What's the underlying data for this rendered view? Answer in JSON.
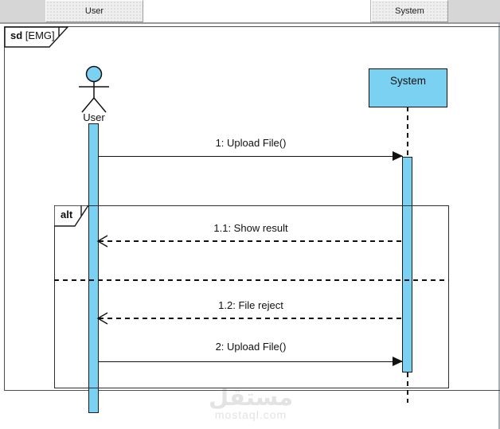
{
  "header": {
    "user_tab": "User",
    "system_tab": "System"
  },
  "frame": {
    "keyword": "sd",
    "name": "[EMG]"
  },
  "participants": {
    "actor_label": "User",
    "system_label": "System"
  },
  "fragment": {
    "operator": "alt"
  },
  "messages": [
    {
      "label": "1: Upload File()",
      "kind": "synchronous"
    },
    {
      "label": "1.1: Show result",
      "kind": "reply"
    },
    {
      "label": "1.2: File reject",
      "kind": "reply"
    },
    {
      "label": "2: Upload File()",
      "kind": "synchronous"
    }
  ],
  "watermark": {
    "name": "مستقل",
    "site": "mostaql.com"
  },
  "colors": {
    "lifeline_fill": "#7ad1f2",
    "header_bg": "#d6d6d6",
    "header_section_bg": "#efefef",
    "frame_border": "#4f4f4f",
    "line": "#111111",
    "watermark": "#e3e3e3",
    "window_edge": "#a6b1ba"
  }
}
